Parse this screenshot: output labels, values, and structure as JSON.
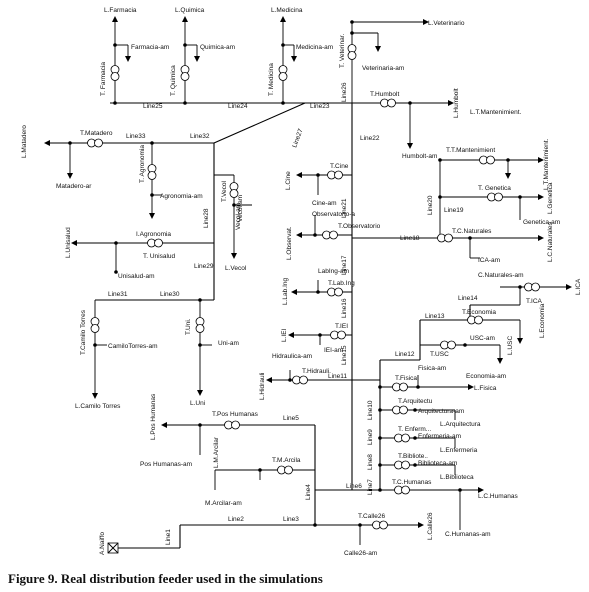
{
  "caption": "Figure 9. Real distribution feeder used in the simulations",
  "source_label": "A.Naiffo",
  "lines": {
    "l1": "Line1",
    "l2": "Line2",
    "l3": "Line3",
    "l4": "Line4",
    "l5": "Line5",
    "l6": "Line6",
    "l7": "Line7",
    "l8": "Line8",
    "l9": "Line9",
    "l10": "Line10",
    "l11": "Line11",
    "l12": "Line12",
    "l13": "Line13",
    "l14": "Line14",
    "l15": "Line15",
    "l16": "Line16",
    "l17": "Line17",
    "l18": "Line18",
    "l19": "Line19",
    "l20": "Line20",
    "l21": "Line21",
    "l22": "Line22",
    "l23": "Line23",
    "l24": "Line24",
    "l25": "Line25",
    "l26": "Line26",
    "l27": "Line27",
    "l28": "Line28",
    "l29": "Line29",
    "l30": "Line30",
    "l31": "Line31",
    "l32": "Line32",
    "l33": "Line33"
  },
  "transformers": {
    "farmacia": "T. Farmacia",
    "quimica": "T. Quimica",
    "medicina": "T. Medicina",
    "veterinaria": "T. Veterinar.",
    "humbolt": "T.Humbolt",
    "mantenimiento": "T.T.Mantenimient",
    "matadero": "T.Matadero",
    "agronomia": "T. Agronomia",
    "vecol": "T.Vecol",
    "cine": "T.Cine",
    "observatorio": "T.Observatorio",
    "uagronomia": "I.Agronomia",
    "unisalud": "T. Unisalud",
    "genetica": "T. Genetica",
    "cnaturales": "T.C.Naturales",
    "labing": "T.Lab.Ing",
    "iei": "T.IEI",
    "ica": "T.ICA",
    "economia": "T.Economia",
    "usc": "T.USC",
    "uni": "T.Uni.",
    "camilo": "T.Camilo Torres",
    "hidraulica": "T.Hidrauli.",
    "fisica": "T.Fisica",
    "arquitectura": "T.Arquitectu",
    "enfermeria": "T. Enferm...",
    "biblioteca": "T.Bibliote..",
    "chumanas": "T.C.Humanas",
    "poshumanas": "T.Pos Humanas",
    "marcilar": "T.M.Arcila",
    "calle26": "T.Calle26"
  },
  "loads": {
    "farmacia": "L.Farmacia",
    "quimica": "L.Quimica",
    "medicina": "L.Medicina",
    "veterinario": "L.Veterinario",
    "humbolt": "L.Humbolt",
    "mantenimiento": "L.T.Mantenimient.",
    "matadero": "L.Matadero",
    "cine": "L.Cine",
    "vecol_left": "Vecol-am",
    "vecol": "L.Vecol",
    "observatorio": "L.Observat.",
    "genetica": "L.Genetica",
    "cnaturales": "L.C.Naturales",
    "unisalud": "L.Unisalud",
    "ica": "L.ICA",
    "labing": "L.Lab.Ing",
    "iei": "L.IEI",
    "economia": "L.Economia",
    "usc": "L.USC",
    "uni": "L.Uni",
    "camilo": "L.Camilo Torres",
    "hidraulica": "L.Hidrauli",
    "fisica": "L.Fisica",
    "arquitectura": "L.Arquitectura",
    "enfermeria": "L.Enfermeria",
    "biblioteca": "L.Biblioteca",
    "chumanas": "L.C.Humanas",
    "poshumanas": "L.Pos Humanas",
    "marcilar": "L.M.Arcilar",
    "calle26": "L.Calle26"
  },
  "meters": {
    "farmacia": "Farmacia-am",
    "quimica": "Quimica-am",
    "medicina": "Medicina-am",
    "veterinaria": "Veterinaria-am",
    "humbolt": "Humbolt-am",
    "matadero": "Matadero-ar",
    "agronomia": "Agronomia-am",
    "cine": "Cine-am",
    "observatorio": "Observatorio-a",
    "genetica": "Genetica-am",
    "ica": "ICA-am",
    "cnaturales": "C.Naturales-am",
    "unisalud": "Unisalud-am",
    "labing": "LabIng-am",
    "iei": "IEI-am",
    "economia": "Economia-am",
    "usc": "USC-am",
    "uni": "Uni-am",
    "camilo": "CamiloTorres-am",
    "hidraulica": "Hidraulica-am",
    "fisica": "Fisica-am",
    "arquitectura": "Arquitectura-am",
    "enfermeria": "Enfermeria-am",
    "biblioteca": "Biblioteca-am",
    "chumanas": "C.Humanas-am",
    "poshumanas": "Pos Humanas-am",
    "marcilar": "M.Arcilar-am",
    "calle26": "Calle26-am",
    "vecol": "Vecol-am"
  }
}
